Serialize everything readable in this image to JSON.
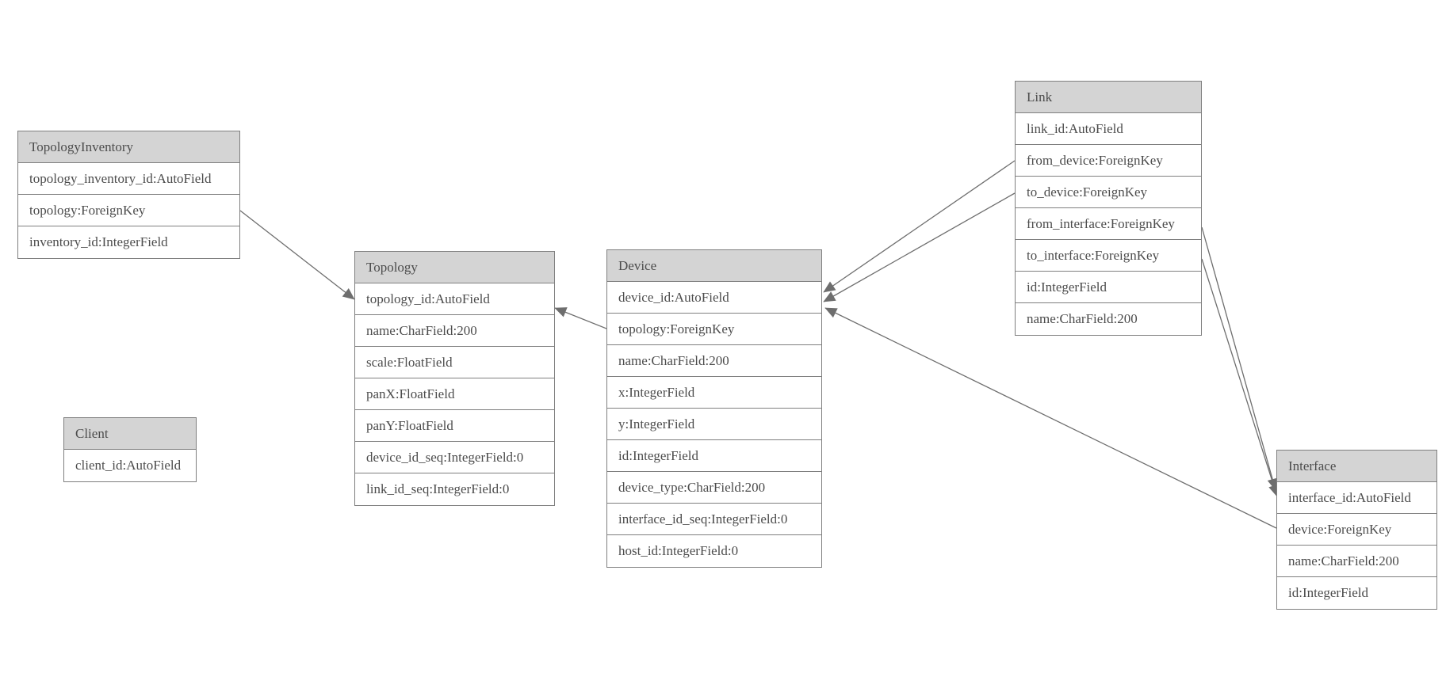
{
  "diagram": {
    "type": "entity-relationship-model",
    "colors": {
      "background": "#ffffff",
      "header_fill": "#d4d4d4",
      "border": "#7f7f7f",
      "edge_line": "#6e6e6e",
      "arrowhead_fill": "#6e6e6e",
      "text": "#4c4c4c"
    },
    "entities": [
      {
        "title": "TopologyInventory",
        "fields": [
          "topology_inventory_id:AutoField",
          "topology:ForeignKey",
          "inventory_id:IntegerField"
        ]
      },
      {
        "title": "Client",
        "fields": [
          "client_id:AutoField"
        ]
      },
      {
        "title": "Topology",
        "fields": [
          "topology_id:AutoField",
          "name:CharField:200",
          "scale:FloatField",
          "panX:FloatField",
          "panY:FloatField",
          "device_id_seq:IntegerField:0",
          "link_id_seq:IntegerField:0"
        ]
      },
      {
        "title": "Device",
        "fields": [
          "device_id:AutoField",
          "topology:ForeignKey",
          "name:CharField:200",
          "x:IntegerField",
          "y:IntegerField",
          "id:IntegerField",
          "device_type:CharField:200",
          "interface_id_seq:IntegerField:0",
          "host_id:IntegerField:0"
        ]
      },
      {
        "title": "Link",
        "fields": [
          "link_id:AutoField",
          "from_device:ForeignKey",
          "to_device:ForeignKey",
          "from_interface:ForeignKey",
          "to_interface:ForeignKey",
          "id:IntegerField",
          "name:CharField:200"
        ]
      },
      {
        "title": "Interface",
        "fields": [
          "interface_id:AutoField",
          "device:ForeignKey",
          "name:CharField:200",
          "id:IntegerField"
        ]
      }
    ],
    "connections": [
      {
        "from": "TopologyInventory.topology",
        "to": "Topology.topology_id"
      },
      {
        "from": "Device.topology",
        "to": "Topology.topology_id"
      },
      {
        "from": "Link.from_device",
        "to": "Device.device_id"
      },
      {
        "from": "Link.to_device",
        "to": "Device.device_id"
      },
      {
        "from": "Link.from_interface",
        "to": "Interface.interface_id"
      },
      {
        "from": "Link.to_interface",
        "to": "Interface.interface_id"
      },
      {
        "from": "Interface.device",
        "to": "Device.device_id"
      }
    ]
  }
}
